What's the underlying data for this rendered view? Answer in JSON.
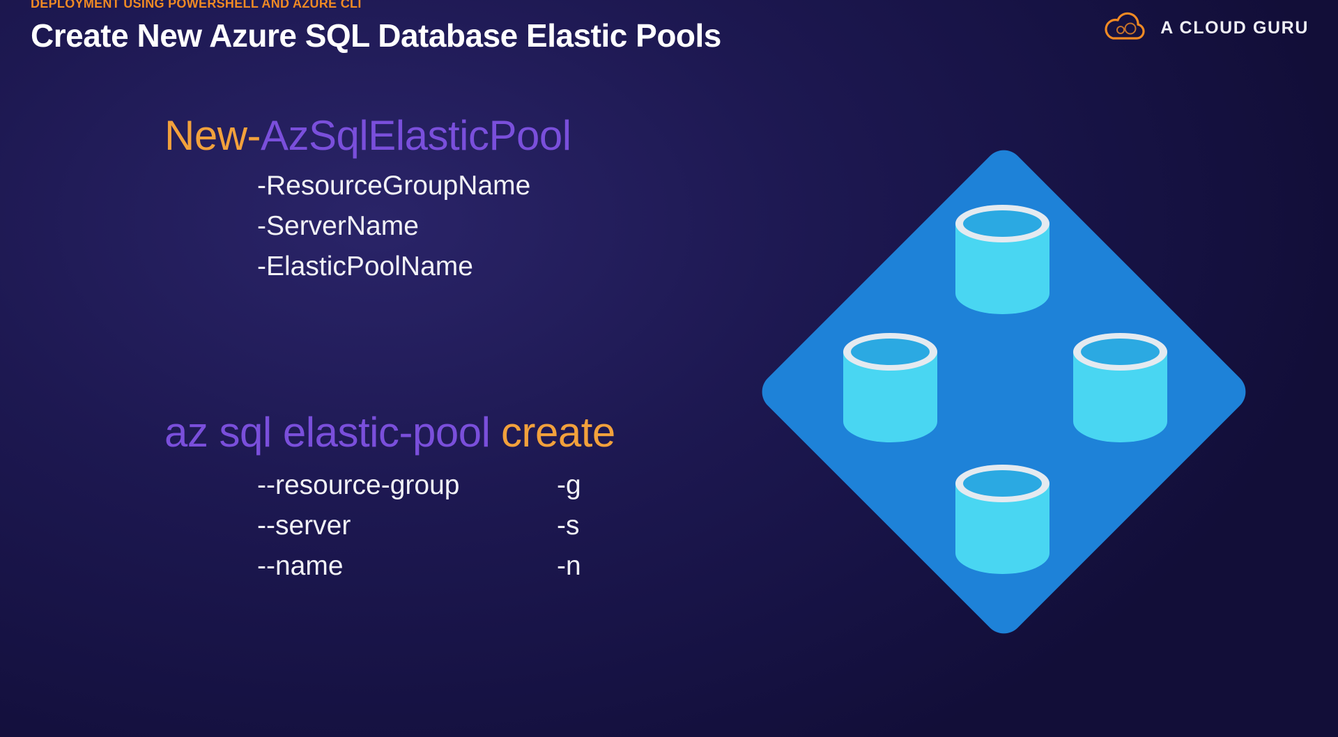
{
  "slide": {
    "kicker": "DEPLOYMENT USING POWERSHELL AND AZURE CLI",
    "title": "Create New Azure SQL Database Elastic Pools"
  },
  "brand": {
    "name": "A CLOUD GURU",
    "logo_icon": "cloud-icon",
    "logo_color": "#F08A24"
  },
  "powershell": {
    "command_prefix": "New-",
    "command_body": "AzSqlElasticPool",
    "params": [
      "-ResourceGroupName",
      "-ServerName",
      "-ElasticPoolName"
    ]
  },
  "cli": {
    "command_main": "az sql elastic-pool",
    "command_action": "create",
    "params": [
      {
        "long": "--resource-group",
        "short": "-g"
      },
      {
        "long": "--server",
        "short": "-s"
      },
      {
        "long": "--name",
        "short": "-n"
      }
    ]
  },
  "illustration": {
    "icon": "sql-elastic-pool-icon",
    "database_count": 4,
    "diamond_color": "#1E82D8",
    "cylinder_body_color": "#49D6F2",
    "cylinder_top_color": "#2BA9E2",
    "cylinder_rim_color": "#E4EAF0"
  },
  "colors": {
    "background": "#1D1851",
    "accent_orange": "#F2A13C",
    "accent_purple": "#7A4FDB",
    "kicker_orange": "#F08A24",
    "text_white": "#F4F4F8"
  }
}
